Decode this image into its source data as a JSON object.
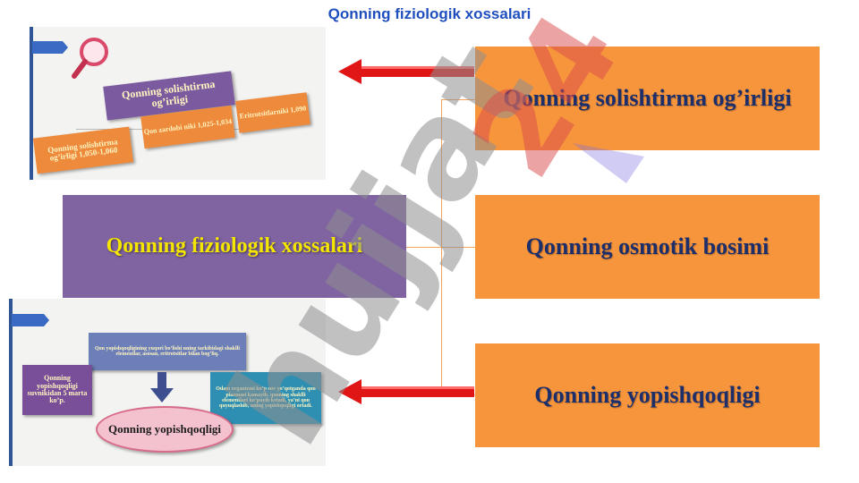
{
  "slide": {
    "title": "Qonning fiziologik xossalari",
    "center_box": {
      "label": "Qonning fiziologik xossalari"
    },
    "right_boxes": [
      {
        "label": "Qonning solishtirma og’irligi"
      },
      {
        "label": "Qonning osmotik bosimi"
      },
      {
        "label": "Qonning yopishqoqligi"
      }
    ],
    "thumbnail_top": {
      "main": "Qonning solishtirma og’irligi",
      "left": "Qonning solishtirma og’irligi 1,050-1,060",
      "middle": "Qon zardobi niki 1,025-1,034",
      "right": "Eritrotsitlarniki 1,090"
    },
    "thumbnail_bottom": {
      "top_note": "Qon yopishqoqligining yuqori bo’lishi uning tarkibidagi shaklli elementlar, asosan, eritrotsitlar bilan bog’liq.",
      "left_note": "Qonning yopishqoqligi suvnikidan 5 marta ko’p.",
      "right_note": "Odam organizmi ko’p suv yo’qotganda qon plazmasi kamayib, qonning shaklli elementlari ko’payib ketadi, ya’ni qon quyuqlashib, uning yopishqoqligi ortadi.",
      "ellipse": "Qonning yopishqoqligi"
    },
    "colors": {
      "title": "#1f4fbf",
      "orange_box": "#f7953d",
      "purple_box": "#8064a2",
      "arrow": "#e01515",
      "watermark": "#8f8f8f"
    }
  }
}
